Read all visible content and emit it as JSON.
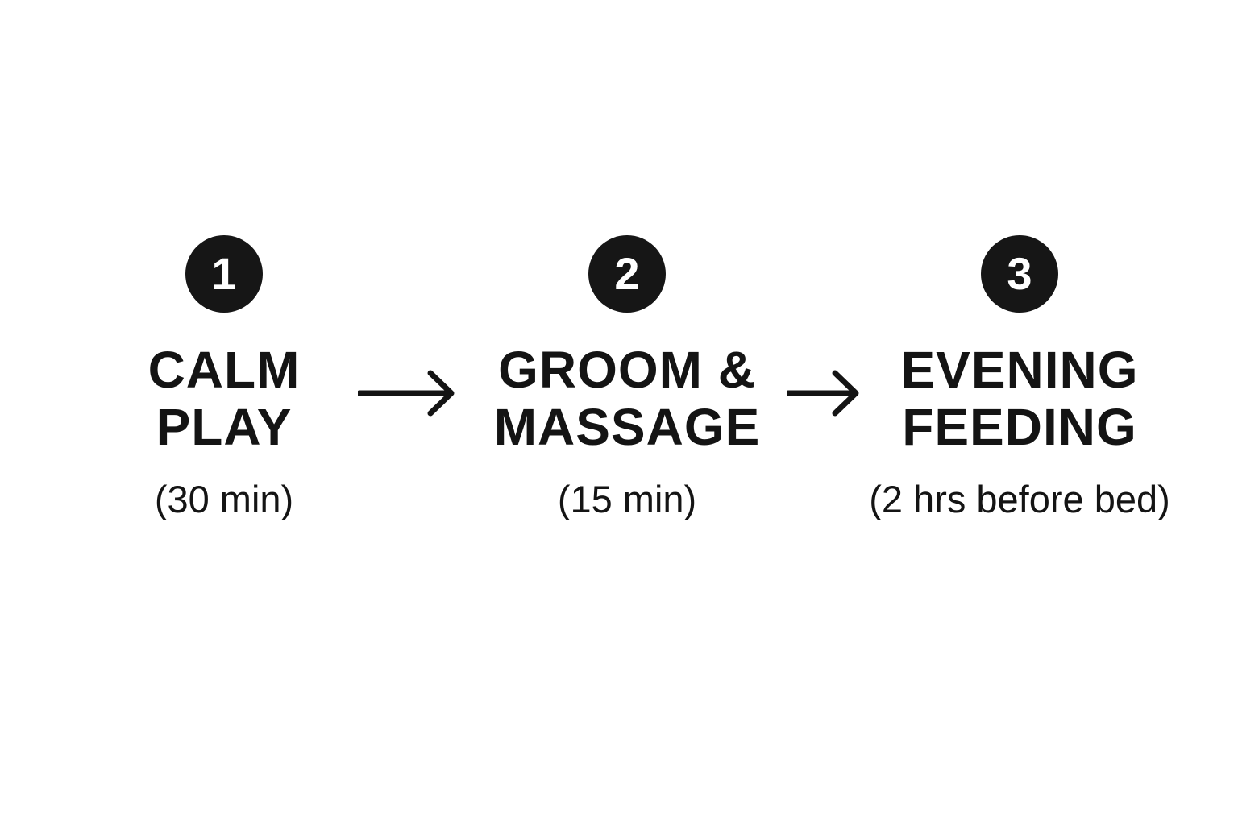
{
  "colors": {
    "badge": "#161616",
    "badge_text": "#ffffff",
    "text": "#141414",
    "arrow": "#141414",
    "background": "#ffffff"
  },
  "steps": [
    {
      "number": "1",
      "title_lines": [
        "CALM",
        "PLAY"
      ],
      "duration": "(30 min)"
    },
    {
      "number": "2",
      "title_lines": [
        "GROOM &",
        "MASSAGE"
      ],
      "duration": "(15 min)"
    },
    {
      "number": "3",
      "title_lines": [
        "EVENING",
        "FEEDING"
      ],
      "duration": "(2 hrs before bed)"
    }
  ],
  "connectors": [
    {
      "icon": "arrow-right-icon"
    },
    {
      "icon": "arrow-right-icon"
    }
  ]
}
